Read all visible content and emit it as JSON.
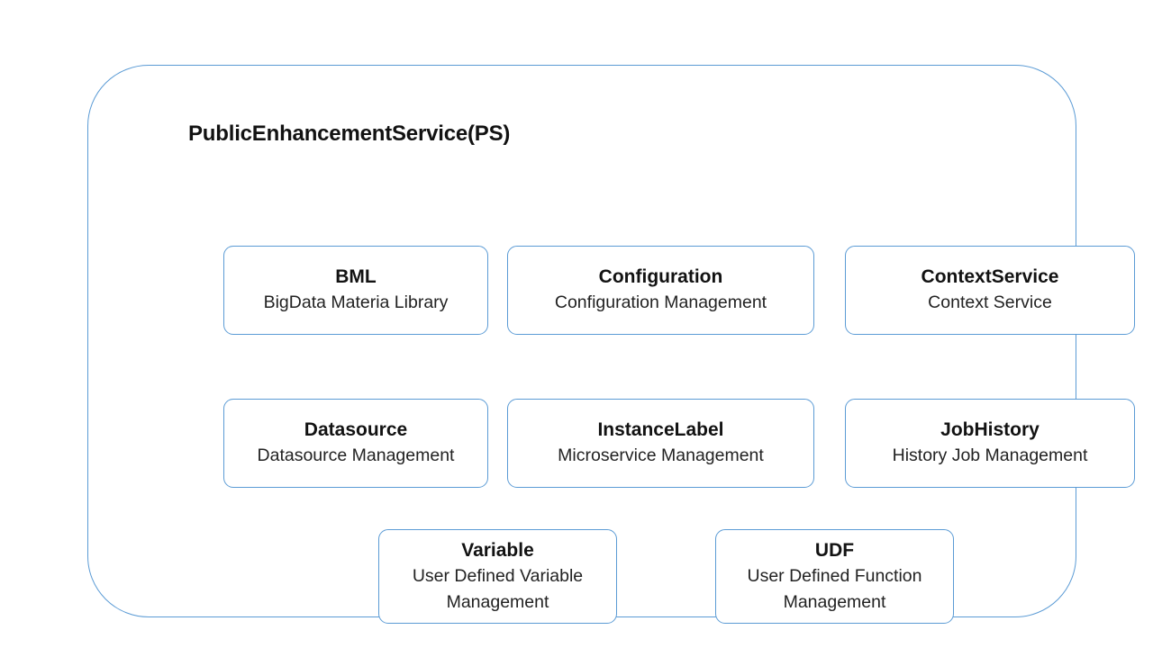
{
  "container": {
    "title": "PublicEnhancementService(PS)",
    "border_color": "#5b9bd5",
    "background_color": "#ffffff"
  },
  "theme": {
    "accent": "#5b9bd5",
    "title_text": "#121212",
    "desc_text": "#222222",
    "page_background": "#ffffff"
  },
  "rows": [
    {
      "name": "row-1",
      "cards": [
        {
          "title": "BML",
          "desc": "BigData Materia Library"
        },
        {
          "title": "Configuration",
          "desc": "Configuration Management"
        },
        {
          "title": "ContextService",
          "desc": "Context Service"
        }
      ]
    },
    {
      "name": "row-2",
      "cards": [
        {
          "title": "Datasource",
          "desc": "Datasource Management"
        },
        {
          "title": "InstanceLabel",
          "desc": "Microservice Management"
        },
        {
          "title": "JobHistory",
          "desc": "History Job Management"
        }
      ]
    },
    {
      "name": "row-3",
      "cards": [
        {
          "title": "Variable",
          "desc": "User Defined Variable Management"
        },
        {
          "title": "UDF",
          "desc": "User Defined Function Management"
        }
      ]
    }
  ]
}
